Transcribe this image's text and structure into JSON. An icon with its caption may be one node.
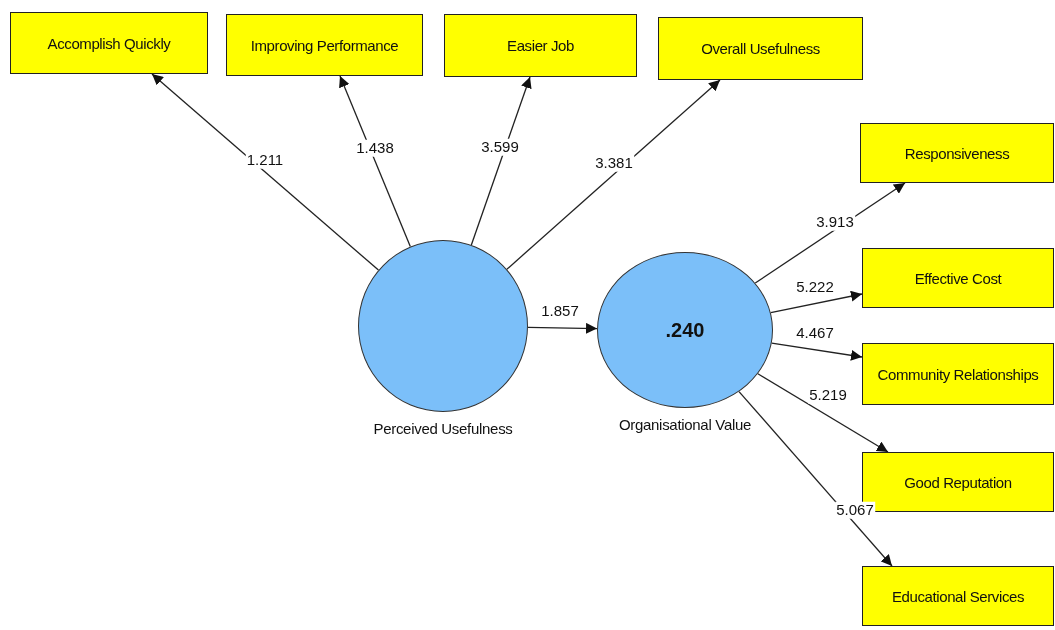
{
  "diagram": {
    "nodes": [
      {
        "text": [
          "Accomplish Quickly"
        ]
      },
      {
        "text": [
          "Improving Performance"
        ]
      },
      {
        "text": [
          "Easier Job"
        ]
      },
      {
        "text": [
          "Overall Usefulness"
        ]
      },
      {
        "text": [
          "Responsiveness"
        ]
      },
      {
        "text": [
          "Perceived Usefulness"
        ]
      },
      {
        "text": [
          ".240",
          "Organisational Value"
        ]
      },
      {
        "text": [
          "Effective Cost"
        ]
      },
      {
        "text": [
          "Community Relationships"
        ]
      },
      {
        "text": [
          "Good Reputation"
        ]
      },
      {
        "text": [
          "Educational Services"
        ]
      }
    ],
    "edges": [
      {
        "from": 5,
        "to": 0,
        "arrow": "to",
        "label": "1.211"
      },
      {
        "from": 5,
        "to": 1,
        "arrow": "to",
        "label": "1.438"
      },
      {
        "from": 5,
        "to": 2,
        "arrow": "to",
        "label": "3.599"
      },
      {
        "from": 5,
        "to": 3,
        "arrow": "to",
        "label": "3.381"
      },
      {
        "from": 5,
        "to": 6,
        "arrow": "to",
        "label": "1.857"
      },
      {
        "from": 6,
        "to": 4,
        "arrow": "to",
        "label": "3.913"
      },
      {
        "from": 6,
        "to": 7,
        "arrow": "to",
        "label": "5.222"
      },
      {
        "from": 6,
        "to": 8,
        "arrow": "to",
        "label": "4.467"
      },
      {
        "from": 6,
        "to": 9,
        "arrow": "to",
        "label": "5.219"
      },
      {
        "from": 6,
        "to": 10,
        "arrow": "to",
        "label": "5.067"
      }
    ]
  }
}
